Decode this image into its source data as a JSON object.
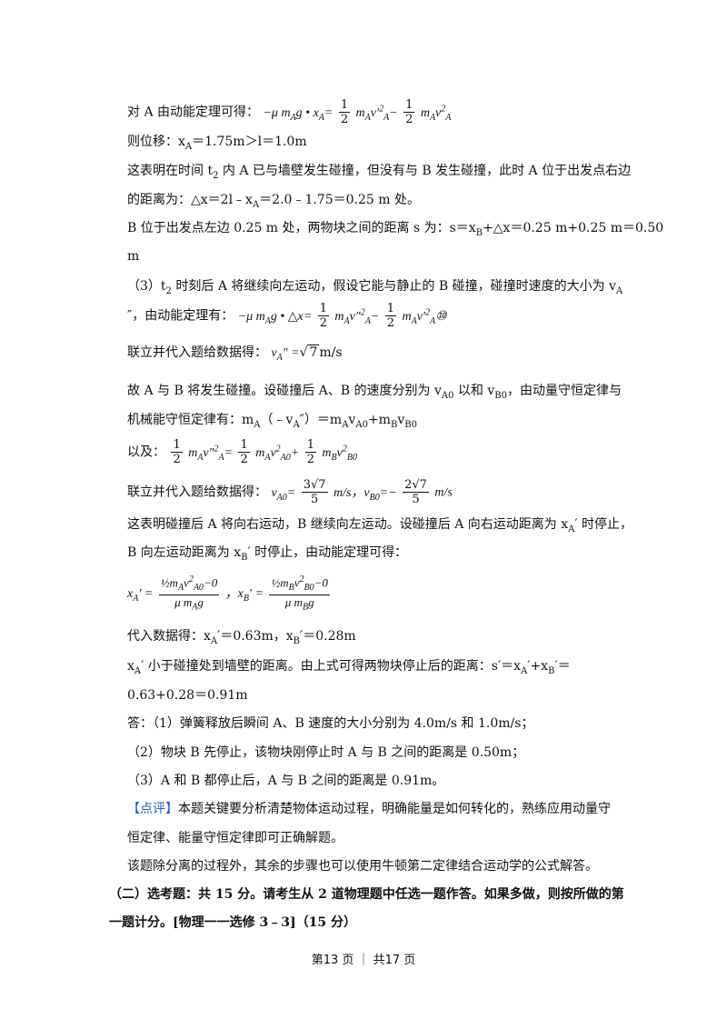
{
  "lines": {
    "l1_text": "对 A 由动能定理可得：",
    "l1_math": "−μ m<sub>A</sub>g • x<sub>A</sub>=",
    "l1_f1n": "1",
    "l1_f1d": "2",
    "l1_mid": "m<sub>A</sub>v′<sup>2</sup><sub>A</sub>−",
    "l1_f2n": "1",
    "l1_f2d": "2",
    "l1_end": "m<sub>A</sub>v<sup>2</sup><sub>A</sub>",
    "l2": "则位移：x<sub>A</sub>＝1.75m＞l＝1.0m",
    "l3": "这表明在时间 t<sub>2</sub> 内 A 已与墙壁发生碰撞，但没有与 B 发生碰撞，此时 A 位于出发点右边",
    "l4": "的距离为：△x＝2l﹣x<sub>A</sub>＝2.0﹣1.75＝0.25 m 处。",
    "l5": "B 位于出发点左边 0.25 m 处，两物块之间的距离 s 为：s＝x<sub>B</sub>+△x＝0.25 m+0.25 m＝0.50",
    "l6": "m",
    "l7": "（3）t<sub>2</sub> 时刻后 A 将继续向左运动，假设它能与静止的 B 碰撞，碰撞时速度的大小为 v<sub>A</sub>",
    "l8_text": "″，由动能定理有：",
    "l8_math": "−μ m<sub>A</sub>g • △x=",
    "l8_f1n": "1",
    "l8_f1d": "2",
    "l8_mid": "m<sub>A</sub>v″<sup>2</sup><sub>A</sub>−",
    "l8_f2n": "1",
    "l8_f2d": "2",
    "l8_end": "m<sub>A</sub>v′<sup>2</sup><sub>A</sub>⑩",
    "l9_text": "联立并代入题给数据得：",
    "l9_math": "v<sub>A</sub>″ =",
    "l9_sqrt": "7",
    "l9_unit": "m/s",
    "l10": "故 A 与 B 将发生碰撞。设碰撞后 A、B 的速度分别为 v<sub>A0</sub> 以和 v<sub>B0</sub>，由动量守恒定律与",
    "l11": "机械能守恒定律有：m<sub>A</sub>（﹣v<sub>A</sub>″）＝m<sub>A</sub>v<sub>A0</sub>+m<sub>B</sub>v<sub>B0</sub>",
    "l12_text": "以及：",
    "l12_f1n": "1",
    "l12_f1d": "2",
    "l12_a": "m<sub>A</sub>v″<sup>2</sup><sub>A</sub>=",
    "l12_f2n": "1",
    "l12_f2d": "2",
    "l12_b": "m<sub>A</sub>v<sup>2</sup><sub>A0</sub>+",
    "l12_f3n": "1",
    "l12_f3d": "2",
    "l12_c": "m<sub>B</sub>v<sup>2</sup><sub>B0</sub>",
    "l13_text": "联立并代入题给数据得：",
    "l13_a": "v<sub>A0</sub>=",
    "l13_f1n": "3√7",
    "l13_f1d": "5",
    "l13_b": "m/s，v<sub>B0</sub>=−",
    "l13_f2n": "2√7",
    "l13_f2d": "5",
    "l13_c": "m/s",
    "l14": "这表明碰撞后 A 将向右运动，B 继续向左运动。设碰撞后 A 向右运动距离为 x<sub>A</sub>′ 时停止，",
    "l15": "B 向左运动距离为 x<sub>B</sub>′ 时停止，由动能定理可得：",
    "l16_a": "x<sub>A</sub>′ =",
    "l16_f1n": "½m<sub>A</sub>v<sup>2</sup><sub>A0</sub>−0",
    "l16_f1d": "μ m<sub>A</sub>g",
    "l16_b": "，x<sub>B</sub>′ =",
    "l16_f2n": "½m<sub>B</sub>v<sup>2</sup><sub>B0</sub>−0",
    "l16_f2d": "μ m<sub>B</sub>g",
    "l17": "代入数据得：x<sub>A</sub>′＝0.63m，x<sub>B</sub>′＝0.28m",
    "l18": "x<sub>A</sub>′ 小于碰撞处到墙壁的距离。由上式可得两物块停止后的距离：s′＝x<sub>A</sub>′+x<sub>B</sub>′＝",
    "l19": "0.63+0.28＝0.91m",
    "l20": "答：（1）弹簧释放后瞬间 A、B 速度的大小分别为 4.0m/s 和 1.0m/s；",
    "l21": "（2）物块 B 先停止，该物块刚停止时 A 与 B 之间的距离是 0.50m；",
    "l22": "（3）A 和 B 都停止后，A 与 B 之间的距离是 0.91m。",
    "l23_tag": "【点评】",
    "l23": "本题关键要分析清楚物体运动过程，明确能量是如何转化的，熟练应用动量守",
    "l24": "恒定律、能量守恒定律即可正确解题。",
    "l25": "该题除分离的过程外，其余的步骤也可以使用牛顿第二定律结合运动学的公式解答。",
    "l26": "（二）选考题：共 15 分。请考生从 2 道物理题中任选一题作答。如果多做，则按所做的第",
    "l27": "一题计分。[物理一一选修 3﹣3]（15 分）"
  },
  "footer": "第13 页 ｜ 共17 页"
}
